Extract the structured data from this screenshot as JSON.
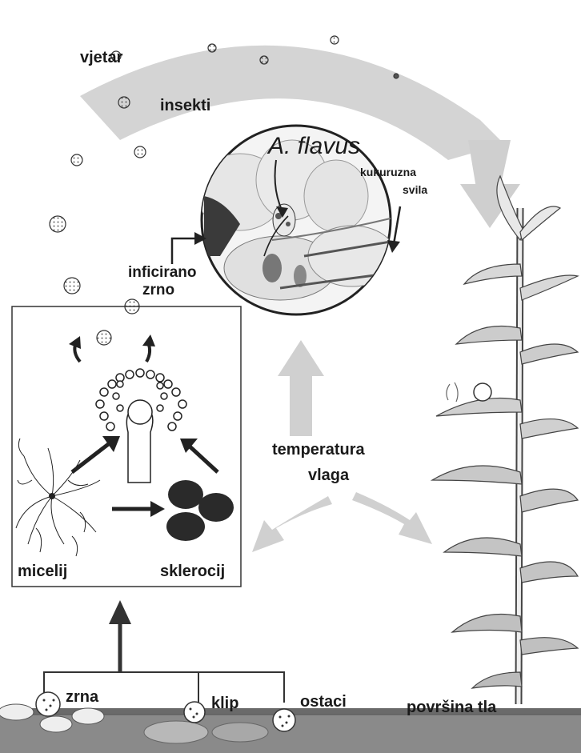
{
  "labels": {
    "wind": "vjetar",
    "insects": "insekti",
    "organism": "A. flavus",
    "silk_line1": "kukuruzna",
    "silk_line2": "svila",
    "infected_line1": "inficirano",
    "infected_line2": "zrno",
    "temperature": "temperatura",
    "humidity": "vlaga",
    "mycelium": "micelij",
    "sclerotium": "sklerocij",
    "grains": "zrna",
    "cob": "klip",
    "residues": "ostaci",
    "soil_surface": "površina tla"
  },
  "colors": {
    "big_arrow": "#c8c8c8",
    "soil": "#8a8a8a",
    "sclerotia": "#2a2a2a",
    "ink": "#1a1a1a"
  }
}
